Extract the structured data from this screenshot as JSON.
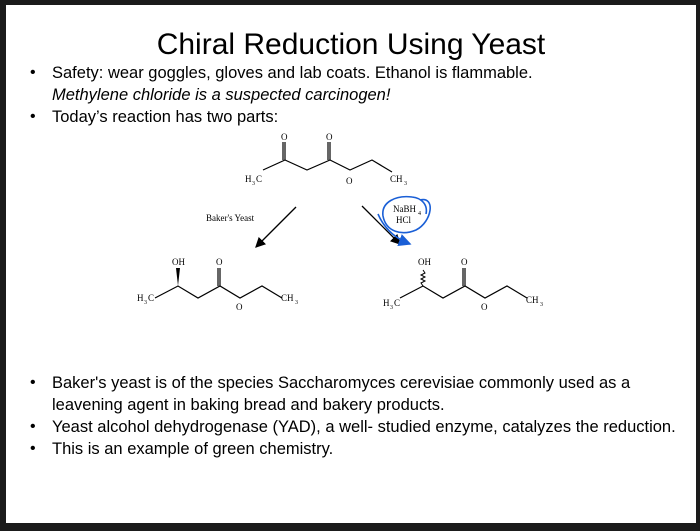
{
  "title": "Chiral Reduction Using Yeast",
  "top_bullets": [
    {
      "text": "Safety: wear goggles, gloves and lab coats. Ethanol is flammable.",
      "italic_line": "Methylene chloride is a suspected carcinogen!"
    },
    {
      "text": "Today’s reaction has two parts:"
    }
  ],
  "scheme": {
    "reagent_left": "Baker's Yeast",
    "reagent_right_1": "NaBH",
    "reagent_right_1_sub": "4",
    "reagent_right_2": "HCl",
    "atom_O": "O",
    "atom_OH": "OH",
    "atom_H": "H",
    "atom_C": "C",
    "atom_CH": "CH",
    "sub_3": "3",
    "annotation_color": "#1a5fd6"
  },
  "bottom_bullets": [
    {
      "text": "Baker's yeast is of the species Saccharomyces cerevisiae commonly used as a leavening agent in baking bread and bakery products."
    },
    {
      "text": "Yeast alcohol dehydrogenase (YAD), a well- studied enzyme, catalyzes the reduction."
    },
    {
      "text": "This is an example of green chemistry."
    }
  ]
}
